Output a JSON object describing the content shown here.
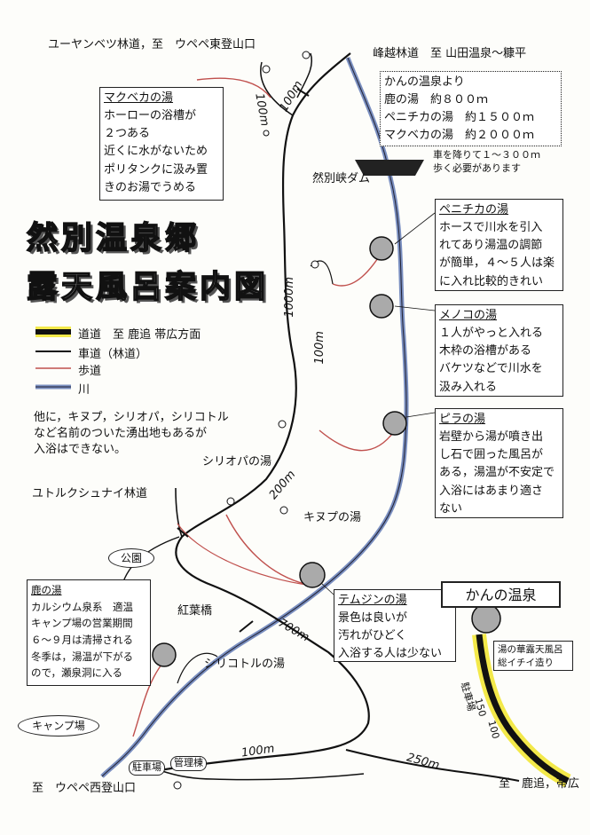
{
  "title": {
    "line1": "然別温泉郷",
    "line2": "露天風呂案内図"
  },
  "top_labels": {
    "yuyanbetsu": "ユーヤンベツ林道，至　ウペペ東登山口",
    "minegoshi": "峰越林道　至 山田温泉～糠平",
    "dam": "然別峡ダム",
    "car_note1": "車を降りて１～３００ｍ",
    "car_note2": "歩く必要があります"
  },
  "distance_box": {
    "title": "かんの温泉より",
    "rows": [
      "鹿の湯　約８００ｍ",
      "ペニチカの湯　約１５００ｍ",
      "マクベカの湯　約２０００ｍ"
    ]
  },
  "makubeka": {
    "name": "マクベカの湯",
    "lines": [
      "ホーローの浴槽が",
      "２つある",
      "近くに水がないため",
      "ポリタンクに汲み置",
      "きのお湯でうめる"
    ]
  },
  "penichika": {
    "name": "ペニチカの湯",
    "lines": [
      "ホースで川水を引入",
      "れてあり湯温の調節",
      "が簡単，４～５人は楽",
      "に入れ比較的きれい"
    ]
  },
  "menoko": {
    "name": "メノコの湯",
    "lines": [
      "１人がやっと入れる",
      "木枠の浴槽がある",
      "バケツなどで川水を",
      "汲み入れる"
    ]
  },
  "pira": {
    "name": "ピラの湯",
    "lines": [
      "岩壁から湯が噴き出",
      "し石で囲った風呂が",
      "ある，湯温が不安定で",
      "入浴にはあまり適さ",
      "ない"
    ]
  },
  "temujin": {
    "name": "テムジンの湯",
    "lines": [
      "景色は良いが",
      "汚れがひどく",
      "入浴する人は少ない"
    ]
  },
  "shika": {
    "name": "鹿の湯",
    "lines": [
      "カルシウム泉系　適温",
      "キャンプ場の営業期間",
      "６～９月は清掃される",
      "冬季は，湯温が下がる",
      "ので，瀬泉洞に入る"
    ]
  },
  "legend": {
    "items": [
      "道道　至 鹿追 帯広方面",
      "車道（林道）",
      "歩道",
      "川"
    ]
  },
  "note": [
    "他に，キヌプ，シリオパ，シリコトル",
    "など名前のついた湧出地もあるが",
    "入浴はできない。"
  ],
  "map_labels": {
    "shiriopa": "シリオパの湯",
    "yutoru": "ユトルクシュナイ林道",
    "kinupu": "キヌプの湯",
    "koen": "公園",
    "koyobashi": "紅葉橋",
    "shirikotoru": "シリコトルの湯",
    "camp": "キャンプ場",
    "parking": "駐車場",
    "kanri": "管理棟",
    "bottom_left": "至　ウペペ西登山口",
    "bottom_right": "至　鹿追，帯広",
    "kanno": "かんの温泉",
    "kanno_note1": "湯の華露天風呂",
    "kanno_note2": "総イチイ造り",
    "kanno_parking": "駐車場",
    "d_1000": "1000m",
    "d_100a": "100m",
    "d_100b": "100m",
    "d_100c": "100m",
    "d_200": "200m",
    "d_700": "700m",
    "d_250": "250m",
    "d_150": "150",
    "d_100d": "100",
    "d_100top": "100m"
  },
  "colors": {
    "road_main": "#111111",
    "road_highlight": "#f3e94a",
    "trail": "#c0504d",
    "river": "#7a8fc0"
  }
}
